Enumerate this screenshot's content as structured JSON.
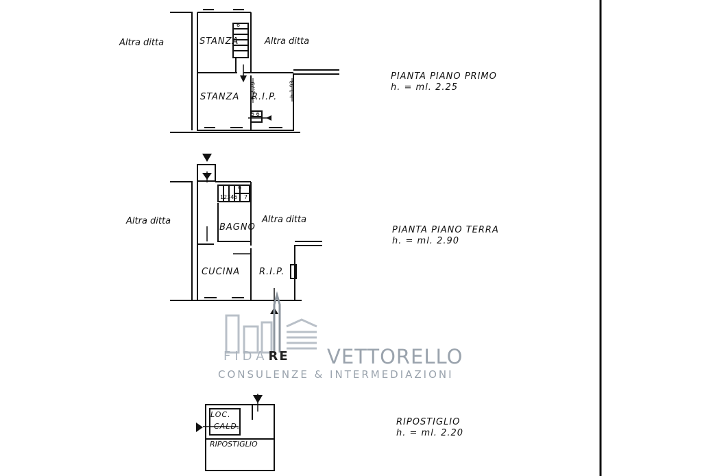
{
  "plans": {
    "primo": {
      "title": "PIANTA PIANO PRIMO",
      "height": "h. = ml. 2.25",
      "rooms": {
        "stanza_top": "STANZA",
        "stanza_bottom": "STANZA",
        "rip": "R.I.P."
      },
      "neighbors": {
        "left": "Altra ditta",
        "right": "Altra ditta"
      },
      "dims": {
        "a": "h.2.79",
        "b": "h.1.93"
      },
      "steps": {
        "upper": "6",
        "lower": "5 6"
      }
    },
    "terra": {
      "title": "PIANTA PIANO TERRA",
      "height": "h. = ml. 2.90",
      "rooms": {
        "bagno": "BAGNO",
        "cucina": "CUCINA",
        "rip": "R.I.P."
      },
      "neighbors": {
        "left": "Altra ditta",
        "right": "Altra ditta"
      },
      "steps": {
        "run": "12345",
        "top": "6",
        "right": "7"
      }
    },
    "ripostiglio": {
      "title": "RIPOSTIGLIO",
      "height": "h. = ml. 2.20",
      "rooms": {
        "loc1": "LOC.",
        "loc2": "CALD.",
        "rip": "RIPOSTIGLIO"
      }
    }
  },
  "watermark": {
    "fida": "FIDA",
    "re": "RE",
    "name": "VETTORELLO",
    "tagline": "CONSULENZE & INTERMEDIAZIONI"
  }
}
